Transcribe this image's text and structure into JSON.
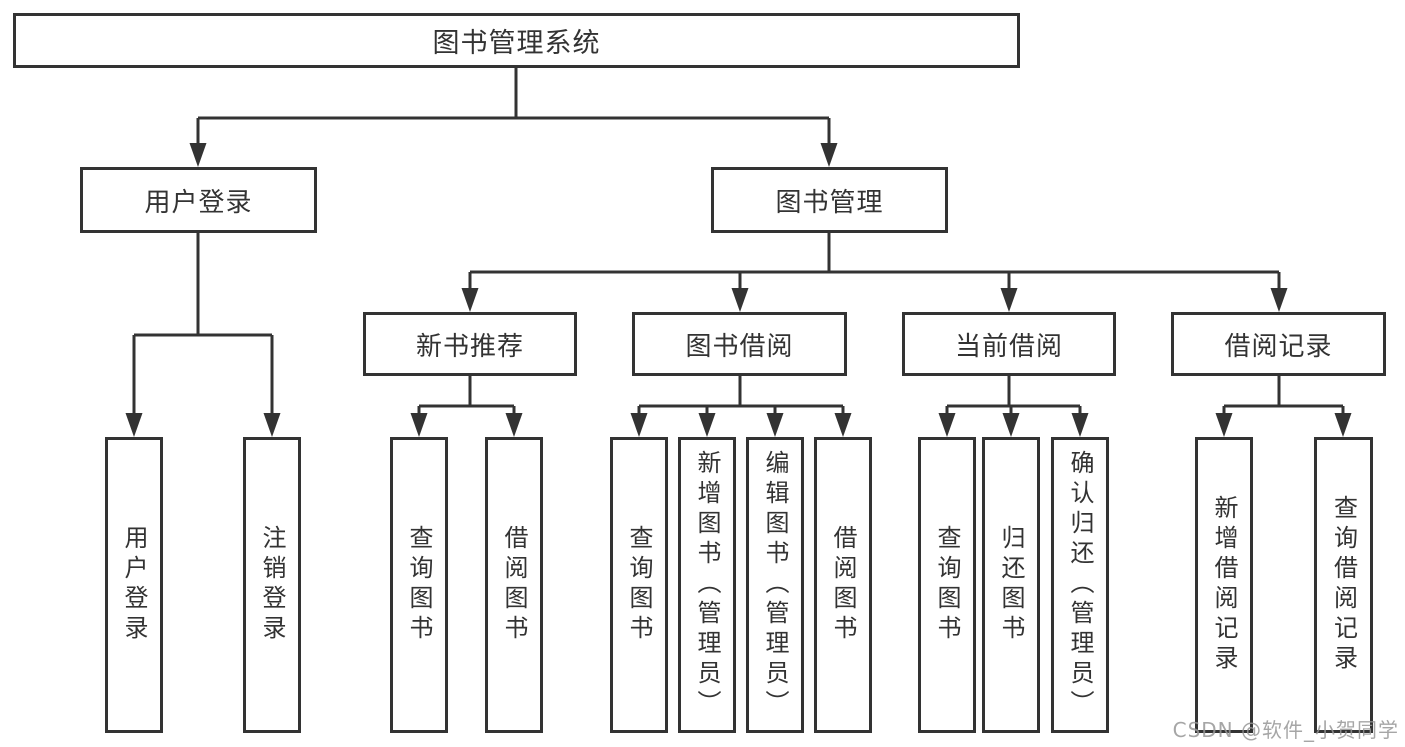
{
  "diagram": {
    "root": {
      "label": "图书管理系统"
    },
    "branches": [
      {
        "label": "用户登录",
        "leaves": [
          {
            "label": "用户登录"
          },
          {
            "label": "注销登录"
          }
        ]
      },
      {
        "label": "图书管理",
        "groups": [
          {
            "label": "新书推荐",
            "leaves": [
              {
                "label": "查询图书"
              },
              {
                "label": "借阅图书"
              }
            ]
          },
          {
            "label": "图书借阅",
            "leaves": [
              {
                "label": "查询图书"
              },
              {
                "label": "新增图书（管理员）"
              },
              {
                "label": "编辑图书（管理员）"
              },
              {
                "label": "借阅图书"
              }
            ]
          },
          {
            "label": "当前借阅",
            "leaves": [
              {
                "label": "查询图书"
              },
              {
                "label": "归还图书"
              },
              {
                "label": "确认归还（管理员）"
              }
            ]
          },
          {
            "label": "借阅记录",
            "leaves": [
              {
                "label": "新增借阅记录"
              },
              {
                "label": "查询借阅记录"
              }
            ]
          }
        ]
      }
    ]
  },
  "watermark": {
    "text": "CSDN @软件_小贺同学"
  },
  "colors": {
    "line": "#333333",
    "text": "#333333",
    "background": "#ffffff",
    "watermark": "#969696"
  }
}
